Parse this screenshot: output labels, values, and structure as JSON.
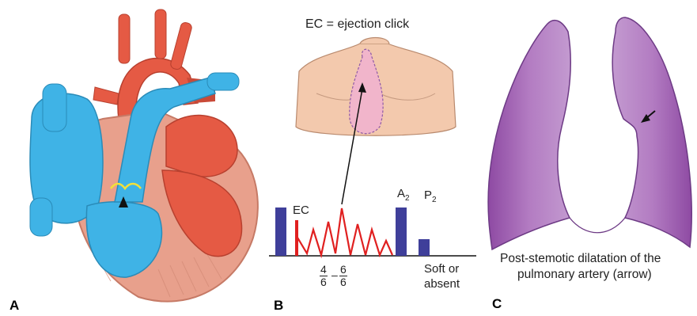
{
  "panels": {
    "a": {
      "label": "A"
    },
    "b": {
      "label": "B",
      "title": "EC = ejection click",
      "ec_label": "EC",
      "a2_label": "A",
      "a2_sub": "2",
      "p2_label": "P",
      "p2_sub": "2",
      "fraction_1": {
        "num": "4",
        "den": "6"
      },
      "fraction_dash": "–",
      "fraction_2": {
        "num": "6",
        "den": "6"
      },
      "p2_note_line1": "Soft or",
      "p2_note_line2": "absent"
    },
    "c": {
      "label": "C",
      "caption_line1": "Post-stemotic dilatation of the",
      "caption_line2": "pulmonary artery (arrow)"
    }
  },
  "colors": {
    "venous_blue": "#3fb3e6",
    "arterial_red": "#e55a44",
    "myocardium": "#e8a08c",
    "lung_purple": "#a565b5",
    "bar_navy": "#3f3f9a",
    "murmur_red": "#e02020",
    "chest_skin": "#f3c9ad"
  }
}
